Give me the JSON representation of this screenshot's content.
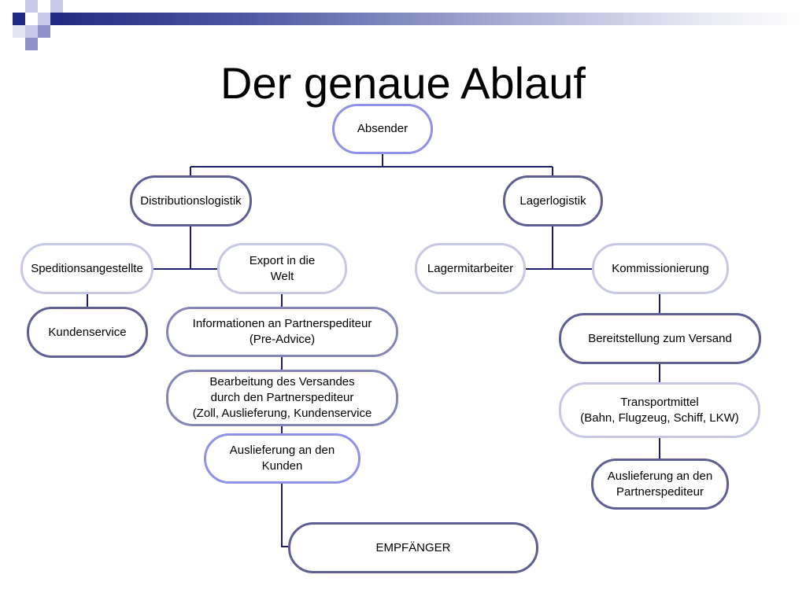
{
  "title": "Der genaue Ablauf",
  "nodes": {
    "absender": "Absender",
    "distributionslogistik": "Distributionslogistik",
    "lagerlogistik": "Lagerlogistik",
    "speditionsangestellte": "Speditionsangestellte",
    "export": "Export in die\nWelt",
    "lagermitarbeiter": "Lagermitarbeiter",
    "kommissionierung": "Kommissionierung",
    "kundenservice": "Kundenservice",
    "informationen": "Informationen an Partnerspediteur\n(Pre-Advice)",
    "bereitstellung": "Bereitstellung zum Versand",
    "bearbeitung": "Bearbeitung des Versandes\ndurch den Partnerspediteur\n(Zoll, Auslieferung, Kundenservice",
    "transportmittel": "Transportmittel\n(Bahn, Flugzeug, Schiff, LKW)",
    "auslieferung_kunden": "Auslieferung an den\nKunden",
    "auslieferung_partner": "Auslieferung an den\nPartnerspediteur",
    "empfaenger": "EMPFÄNGER"
  },
  "colors": {
    "line": "#1f1f6b",
    "header_band": "#1f2a80",
    "border_dark": "#5e5f92",
    "border_light": "#c7c8e4",
    "border_blue": "#8f92e6"
  }
}
